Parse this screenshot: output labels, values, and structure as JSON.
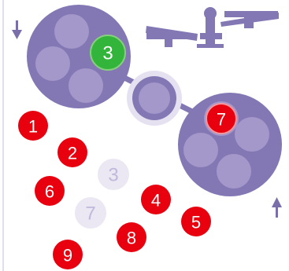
{
  "colors": {
    "pan": "#8378b4",
    "pan_slot": "#a497c9",
    "connector_ring": "#e6e1f1",
    "red_token": "#e8000f",
    "green_token": "#33b43b",
    "token_text": "#ffffff",
    "faded_token_fill": "#ebe7f3",
    "faded_token_text": "#c1b8dc",
    "arrow": "#7b6fa9",
    "scale_icon": "#8378b4",
    "frame_border": "#e3dcec"
  },
  "icons": {
    "down_arrow": "arrow-down-icon",
    "up_arrow": "arrow-up-icon",
    "balance": "balance-scale-icon"
  },
  "left_pan": {
    "placed_token": {
      "label": "3",
      "color": "green"
    }
  },
  "right_pan": {
    "placed_token": {
      "label": "7",
      "color": "red"
    }
  },
  "tokens": [
    {
      "label": "1",
      "state": "available"
    },
    {
      "label": "2",
      "state": "available"
    },
    {
      "label": "3",
      "state": "used"
    },
    {
      "label": "6",
      "state": "available"
    },
    {
      "label": "4",
      "state": "available"
    },
    {
      "label": "7",
      "state": "used"
    },
    {
      "label": "5",
      "state": "available"
    },
    {
      "label": "8",
      "state": "available"
    },
    {
      "label": "9",
      "state": "available"
    }
  ]
}
